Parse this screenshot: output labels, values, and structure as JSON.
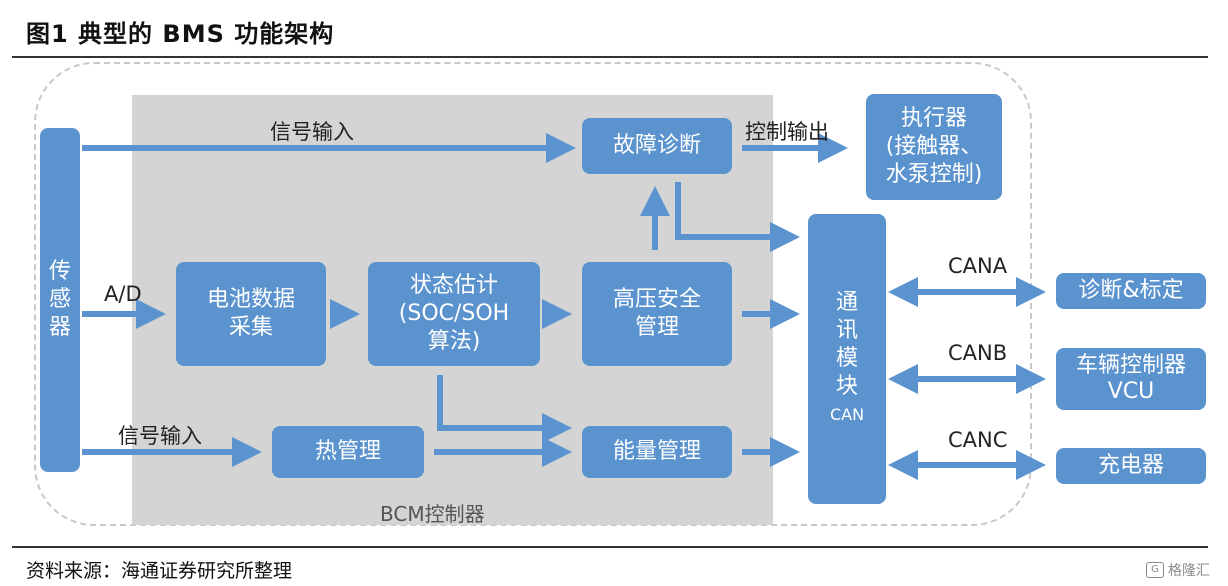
{
  "title": "图1  典型的 BMS 功能架构",
  "source": "资料来源：海通证券研究所整理",
  "watermark": "格隆汇",
  "bcm_label": "BCM控制器",
  "boxes": {
    "sensor": [
      "传",
      "感",
      "器"
    ],
    "battery_data": [
      "电池数据",
      "采集"
    ],
    "state_estimation": [
      "状态估计",
      "(SOC/SOH",
      "算法)"
    ],
    "hv_safety": [
      "高压安全",
      "管理"
    ],
    "fault_diagnosis": "故障诊断",
    "thermal": "热管理",
    "energy": "能量管理",
    "actuator": [
      "执行器",
      "(接触器、",
      "水泵控制)"
    ],
    "comm": [
      "通",
      "讯",
      "模",
      "块"
    ],
    "comm_sub": "CAN",
    "diag_calib": "诊断&标定",
    "vcu": [
      "车辆控制器",
      "VCU"
    ],
    "charger": "充电器"
  },
  "labels": {
    "signal_input_top": "信号输入",
    "ad": "A/D",
    "signal_input_bottom": "信号输入",
    "control_output": "控制输出",
    "cana": "CANA",
    "canb": "CANB",
    "canc": "CANC"
  },
  "colors": {
    "box": "#5b93cf",
    "arrow": "#5b93cf",
    "bcm_bg": "#d4d4d4"
  }
}
